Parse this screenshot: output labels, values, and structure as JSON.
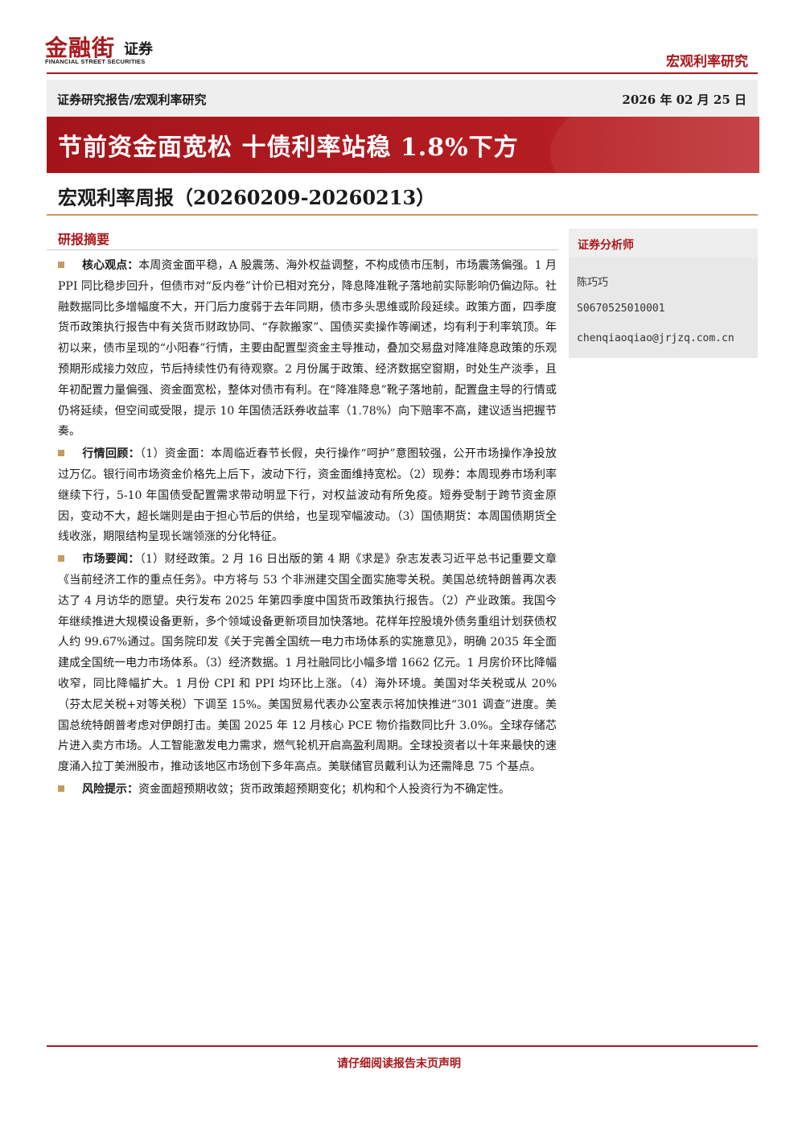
{
  "header": {
    "logo_cn": "金融街",
    "logo_cn_sub": "证券",
    "logo_en": "FINANCIAL STREET SECURITIES",
    "right_label": "宏观利率研究"
  },
  "subbar": {
    "left": "证券研究报告/宏观利率研究",
    "date": "2026 年 02 月 25 日"
  },
  "title": "节前资金面宽松  十债利率站稳 1.8%下方",
  "subtitle": "宏观利率周报（20260209-20260213）",
  "section_heading": "研报摘要",
  "paragraphs": [
    {
      "head": "核心观点：",
      "text": "本周资金面平稳，A 股震荡、海外权益调整，不构成债市压制，市场震荡偏强。1 月 PPI 同比稳步回升，但债市对“反内卷”计价已相对充分，降息降准靴子落地前实际影响仍偏边际。社融数据同比多增幅度不大，开门后力度弱于去年同期，债市多头思维或阶段延续。政策方面，四季度货币政策执行报告中有关货币财政协同、“存款搬家”、国债买卖操作等阐述，均有利于利率筑顶。年初以来，债市呈现的“小阳春”行情，主要由配置型资金主导推动，叠加交易盘对降准降息政策的乐观预期形成接力效应，节后持续性仍有待观察。2 月份属于政策、经济数据空窗期，时处生产淡季，且年初配置力量偏强、资金面宽松，整体对债市有利。在“降准降息”靴子落地前，配置盘主导的行情或仍将延续，但空间或受限，提示 10 年国债活跃券收益率（1.78%）向下赔率不高，建议适当把握节奏。"
    },
    {
      "head": "行情回顾：",
      "text": "（1）资金面：本周临近春节长假，央行操作“呵护”意图较强，公开市场操作净投放过万亿。银行间市场资金价格先上后下，波动下行，资金面维持宽松。（2）现券：本周现券市场利率继续下行，5-10 年国债受配置需求带动明显下行，对权益波动有所免疫。短券受制于跨节资金原因，变动不大，超长端则是由于担心节后的供给，也呈现窄幅波动。（3）国债期货：本周国债期货全线收涨，期限结构呈现长端领涨的分化特征。"
    },
    {
      "head": "市场要闻：",
      "text": "（1）财经政策。2 月 16 日出版的第 4 期《求是》杂志发表习近平总书记重要文章《当前经济工作的重点任务》。中方将与 53 个非洲建交国全面实施零关税。美国总统特朗普再次表达了 4 月访华的愿望。央行发布 2025 年第四季度中国货币政策执行报告。（2）产业政策。我国今年继续推进大规模设备更新，多个领域设备更新项目加快落地。花样年控股境外债务重组计划获债权人约 99.67%通过。国务院印发《关于完善全国统一电力市场体系的实施意见》，明确 2035 年全面建成全国统一电力市场体系。（3）经济数据。1 月社融同比小幅多增 1662 亿元。1 月房价环比降幅收窄，同比降幅扩大。1 月份 CPI 和 PPI 均环比上涨。（4）海外环境。美国对华关税或从 20%（芬太尼关税+对等关税）下调至 15%。美国贸易代表办公室表示将加快推进“301 调查”进度。美国总统特朗普考虑对伊朗打击。美国 2025 年 12 月核心 PCE 物价指数同比升 3.0%。全球存储芯片进入卖方市场。人工智能激发电力需求，燃气轮机开启高盈利周期。全球投资者以十年来最快的速度涌入拉丁美洲股市，推动该地区市场创下多年高点。美联储官员戴利认为还需降息 75 个基点。"
    },
    {
      "head": "风险提示：",
      "text": "资金面超预期收敛；货币政策超预期变化；机构和个人投资行为不确定性。"
    }
  ],
  "sidebar": {
    "heading": "证券分析师",
    "name": "陈巧巧",
    "license": "S0670525010001",
    "email": "chenqiaoqiao@jrjzq.com.cn"
  },
  "footer": "请仔细阅读报告末页声明",
  "colors": {
    "brand_red": "#a8191d",
    "gold": "#c79a5e",
    "panel_gray": "#eeeeee"
  }
}
